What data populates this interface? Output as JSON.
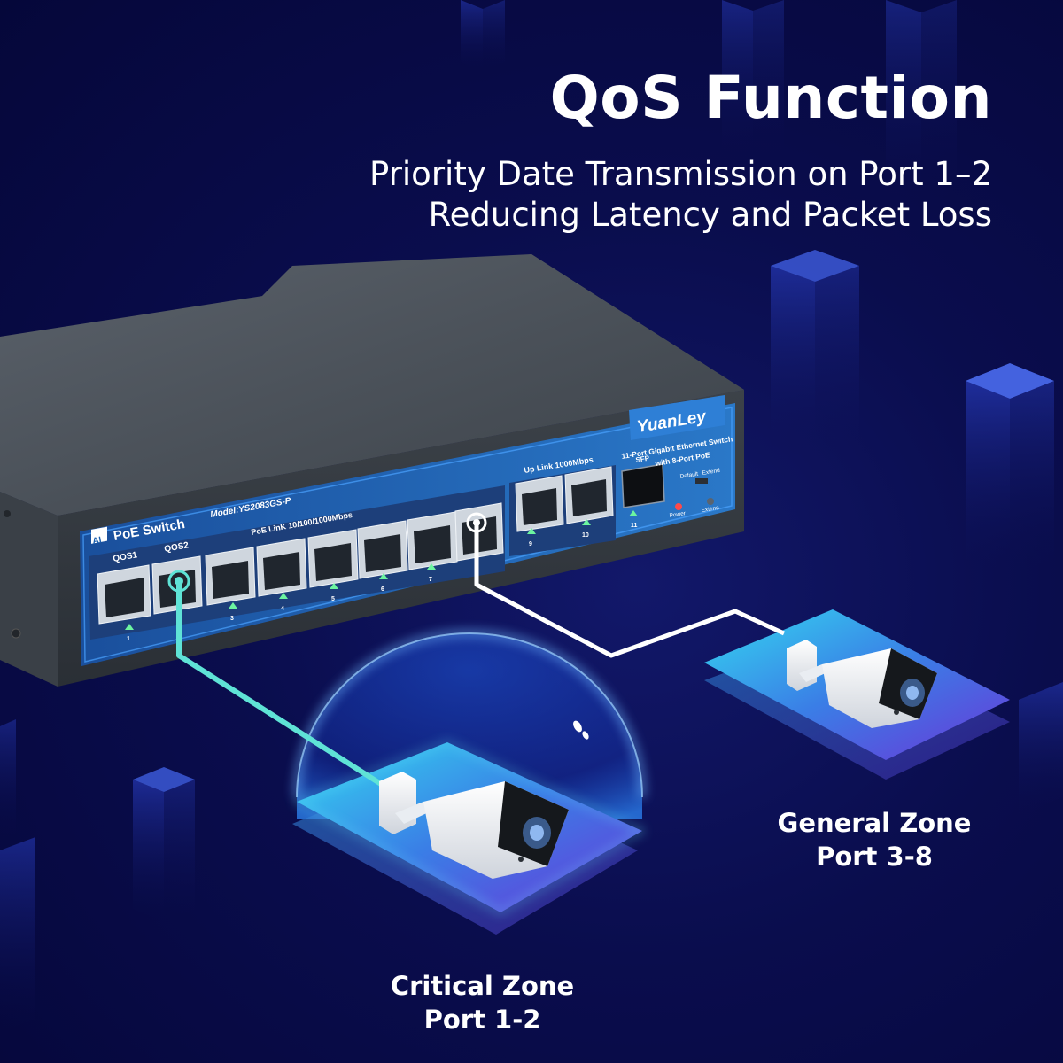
{
  "headline": {
    "title": "QoS Function",
    "subtitle_line1": "Priority Date Transmission on Port 1–2",
    "subtitle_line2": "Reducing Latency and Packet Loss"
  },
  "switch": {
    "brand": "YuanLey",
    "description_line1": "11-Port Gigabit Ethernet Switch",
    "description_line2": "with 8-Port PoE",
    "ai_badge": "AI",
    "product_label": "PoE Switch",
    "model": "Model:YS2083GS-P",
    "poe_link_label": "PoE LinK  10/100/1000Mbps",
    "qos1_label": "QOS1",
    "qos2_label": "QOS2",
    "uplink_label": "Up Link  1000Mbps",
    "sfp_label": "SFP",
    "default_label": "Default",
    "extend_label": "Extend",
    "power_label": "Power",
    "extend_led_label": "Extend",
    "port_numbers": [
      "1",
      "3",
      "4",
      "5",
      "6",
      "7",
      "9",
      "10",
      "11"
    ]
  },
  "zones": {
    "general_line1": "General Zone",
    "general_line2": "Port 3-8",
    "critical_line1": "Critical Zone",
    "critical_line2": "Port 1-2"
  },
  "colors": {
    "background": "#0a0d4d",
    "panel_blue": "#1b5fae",
    "critical_cable": "#5fe3d6",
    "general_cable": "#ffffff"
  }
}
